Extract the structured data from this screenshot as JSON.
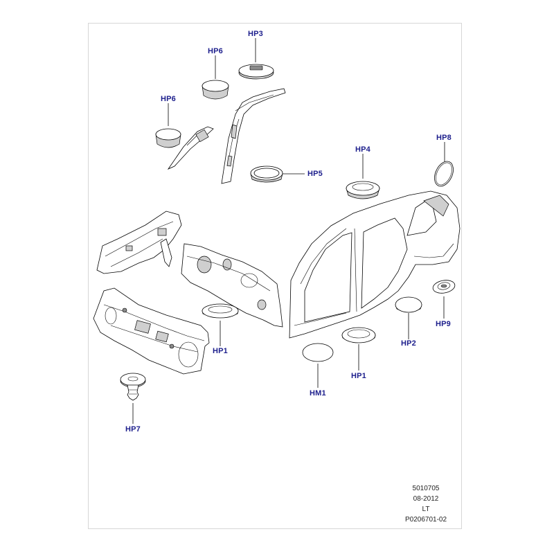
{
  "callouts": {
    "hp3": "HP3",
    "hp6_top": "HP6",
    "hp6_left": "HP6",
    "hp4": "HP4",
    "hp5": "HP5",
    "hp8": "HP8",
    "hp9": "HP9",
    "hp2": "HP2",
    "hp1_center": "HP1",
    "hp1_right": "HP1",
    "hm1": "HM1",
    "hp7": "HP7"
  },
  "footer": {
    "number": "5010705",
    "date": "08-2012",
    "code": "LT",
    "ref": "P0206701-02"
  },
  "colors": {
    "callout_text": "#1c1e8c",
    "line_art": "#000000",
    "sheet_border": "#d6d6d6"
  }
}
